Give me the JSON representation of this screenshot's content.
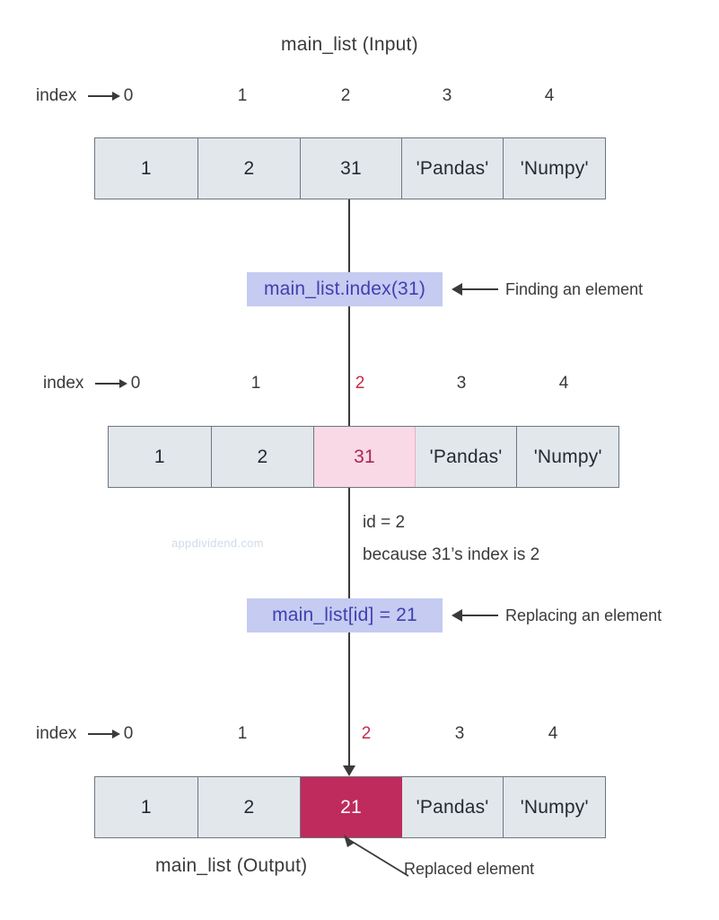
{
  "diagram": {
    "title_top": "main_list (Input)",
    "title_bottom": "main_list (Output)",
    "index_label": "index",
    "watermark": "appdividend.com",
    "indices": [
      "0",
      "1",
      "2",
      "3",
      "4"
    ],
    "highlighted_index": "2",
    "rows": [
      {
        "name": "input-row",
        "cells": [
          "1",
          "2",
          "31",
          "'Pandas'",
          "'Numpy'"
        ],
        "highlight_cell": -1,
        "highlight_style": "none"
      },
      {
        "name": "found-row",
        "cells": [
          "1",
          "2",
          "31",
          "'Pandas'",
          "'Numpy'"
        ],
        "highlight_cell": 2,
        "highlight_style": "pink"
      },
      {
        "name": "output-row",
        "cells": [
          "1",
          "2",
          "21",
          "'Pandas'",
          "'Numpy'"
        ],
        "highlight_cell": 2,
        "highlight_style": "maroon"
      }
    ],
    "steps": [
      {
        "code": "main_list.index(31)",
        "callout": "Finding an element"
      },
      {
        "code": "main_list[id] = 21",
        "callout": "Replacing an element"
      }
    ],
    "notes": {
      "id_line": "id  = 2",
      "reason_line": "because 31’s index is 2",
      "replaced_label": "Replaced element"
    },
    "colors": {
      "cell_bg": "#e2e7ec",
      "cell_border": "#6e7681",
      "pink_bg": "#f9d9e6",
      "pink_text": "#a82850",
      "maroon_bg": "#be2b5c",
      "maroon_text": "#ffffff",
      "chip_bg": "#c5cbf1",
      "chip_text": "#4040b0",
      "accent_red": "#c62a49",
      "text": "#3a3a3a",
      "watermark": "#cfdcea",
      "background": "#ffffff"
    }
  }
}
